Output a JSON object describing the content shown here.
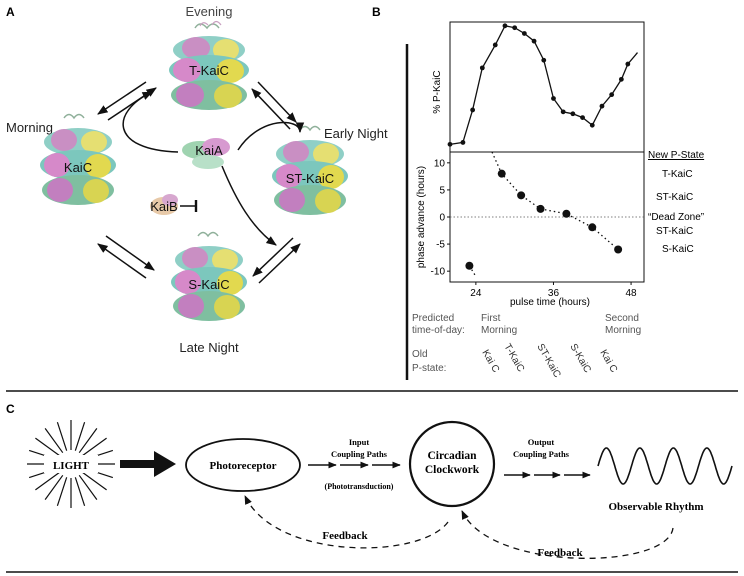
{
  "panel_a": {
    "label": "A",
    "states": {
      "evening": "Evening",
      "morning": "Morning",
      "early_night": "Early Night",
      "late_night": "Late Night"
    },
    "proteins": {
      "t_kaic": "T-KaiC",
      "kaic": "KaiC",
      "st_kaic": "ST-KaiC",
      "s_kaic": "S-KaiC",
      "kaia": "KaiA",
      "kaib": "KaiB"
    }
  },
  "panel_b": {
    "label": "B",
    "top_ylabel": "% P-KaiC",
    "bottom_ylabel": "phase advance (hours)",
    "xlabel": "pulse time (hours)",
    "new_p_state_header": "New P-State",
    "new_p_states": [
      "T-KaiC",
      "ST-KaiC",
      "“Dead Zone”",
      "ST-KaiC",
      "S-KaiC"
    ],
    "predicted_label_line1": "Predicted",
    "predicted_label_line2": "time-of-day:",
    "first_morning_line1": "First",
    "first_morning_line2": "Morning",
    "second_morning_line1": "Second",
    "second_morning_line2": "Morning",
    "old_label_line1": "Old",
    "old_label_line2": "P-state:",
    "old_states": [
      "Kai C",
      "T-KaiC",
      "ST-KaiC",
      "S-KaiC",
      "Kai C"
    ]
  },
  "panel_c": {
    "label": "C",
    "light": "LIGHT",
    "photoreceptor": "Photoreceptor",
    "input_line1": "Input",
    "input_line2": "Coupling Paths",
    "input_line3": "(Phototransduction)",
    "clockwork_line1": "Circadian",
    "clockwork_line2": "Clockwork",
    "output_line1": "Output",
    "output_line2": "Coupling Paths",
    "rhythm": "Observable Rhythm",
    "feedback_left": "Feedback",
    "feedback_right": "Feedback"
  },
  "chart_data": [
    {
      "type": "line",
      "ylabel": "% P-KaiC",
      "x": [
        20,
        22,
        23.5,
        25,
        27,
        28.5,
        30,
        31.5,
        33,
        34.5,
        36,
        37.5,
        39,
        40.5,
        42,
        43.5,
        45,
        46.5,
        47.5,
        49
      ],
      "y": [
        26,
        26.5,
        35,
        46,
        52,
        57,
        56.5,
        55,
        53,
        48,
        38,
        34.5,
        34,
        33,
        31,
        36,
        39,
        43,
        47,
        50
      ],
      "xlim": [
        20,
        50
      ],
      "xticks": [],
      "grid": false
    },
    {
      "type": "scatter",
      "xlabel": "pulse time (hours)",
      "ylabel": "phase advance (hours)",
      "x": [
        23,
        28,
        31,
        34,
        38,
        42,
        46
      ],
      "y": [
        -9,
        8,
        4,
        1.5,
        0.6,
        -1.9,
        -6
      ],
      "xlim": [
        20,
        50
      ],
      "ylim": [
        -12,
        12
      ],
      "xticks": [
        24,
        36,
        48
      ],
      "yticks": [
        -10,
        -5,
        0,
        5,
        10
      ],
      "trend_x": [
        26.5,
        28,
        31,
        34,
        38,
        42,
        46
      ],
      "trend_y": [
        12,
        8,
        4,
        1.5,
        0.6,
        -1.9,
        -6
      ],
      "trend_low_x": [
        23,
        24
      ],
      "trend_low_y": [
        -9,
        -11
      ],
      "zero_line": "dotted",
      "grid": false
    }
  ]
}
